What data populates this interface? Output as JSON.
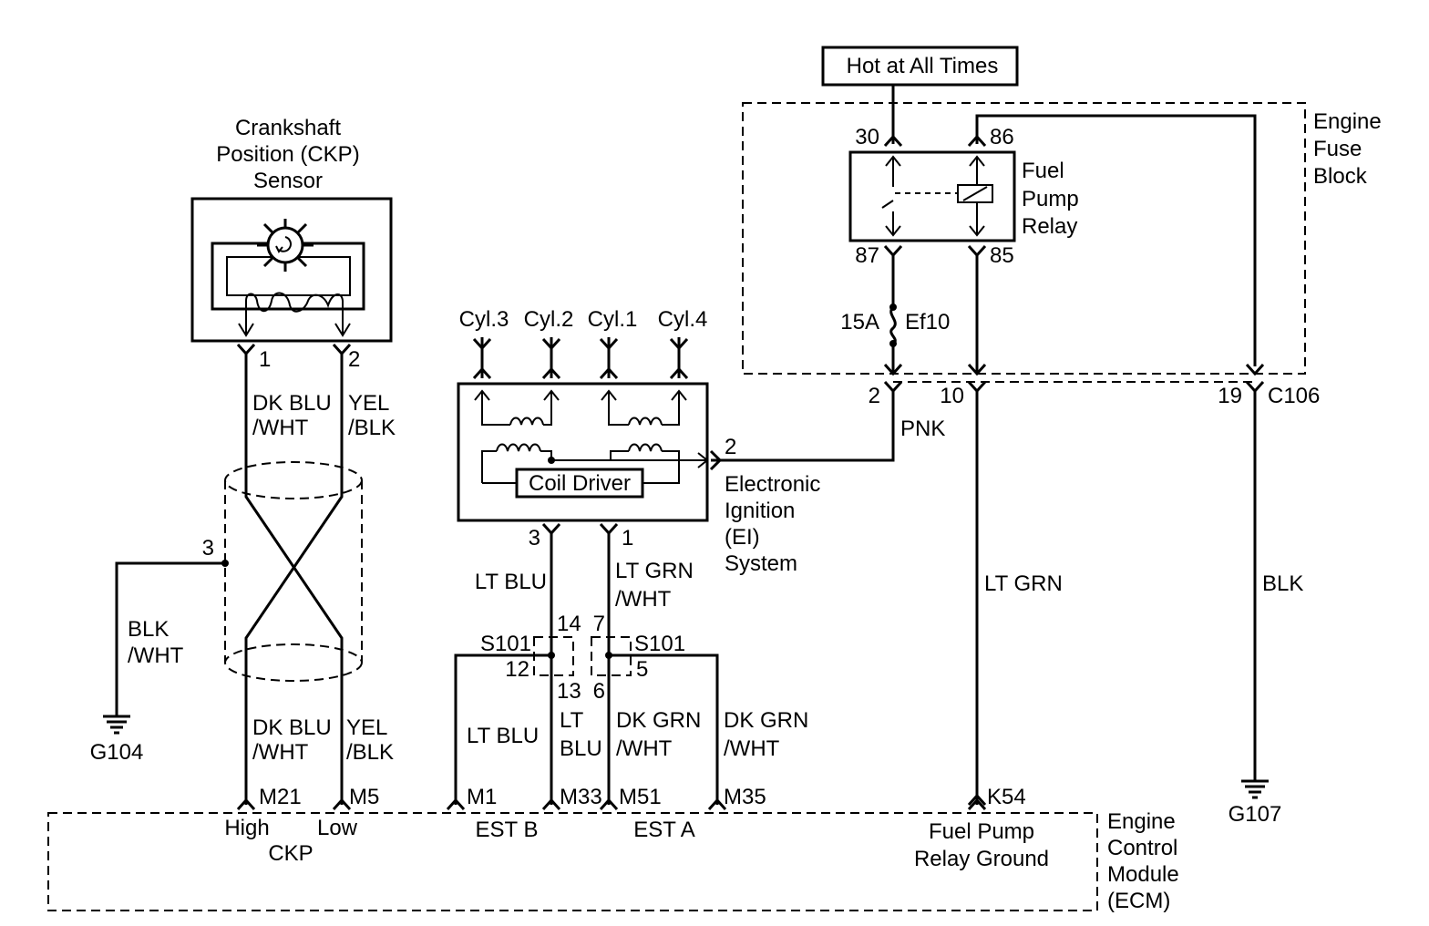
{
  "power": {
    "label": "Hot at All Times"
  },
  "fuse_block": {
    "label_lines": [
      "Engine",
      "Fuse",
      "Block"
    ]
  },
  "relay": {
    "label_lines": [
      "Fuel",
      "Pump",
      "Relay"
    ],
    "pins": {
      "p30": "30",
      "p86": "86",
      "p87": "87",
      "p85": "85"
    }
  },
  "fuse": {
    "rating": "15A",
    "name": "Ef10"
  },
  "connector_c106": {
    "name": "C106",
    "pin_a": "2",
    "pin_b": "10",
    "pin_c": "19"
  },
  "ckp_sensor": {
    "title_lines": [
      "Crankshaft",
      "Position (CKP)",
      "Sensor"
    ],
    "pin1": "1",
    "pin2": "2"
  },
  "wires": {
    "dk_blu_wht": [
      "DK BLU",
      "/WHT"
    ],
    "yel_blk": [
      "YEL",
      "/BLK"
    ],
    "blk_wht": [
      "BLK",
      "/WHT"
    ],
    "lt_blu": "LT BLU",
    "lt_grn_wht": [
      "LT GRN",
      "/WHT"
    ],
    "pnk": "PNK",
    "lt_grn": "LT GRN",
    "blk": "BLK",
    "lt_blu_split": [
      "LT",
      "BLU"
    ],
    "dk_grn_wht": [
      "DK GRN",
      "/WHT"
    ]
  },
  "shield_pin": "3",
  "grounds": {
    "g104": "G104",
    "g107": "G107"
  },
  "ignition": {
    "cylinders": [
      "Cyl.3",
      "Cyl.2",
      "Cyl.1",
      "Cyl.4"
    ],
    "coil_driver": "Coil Driver",
    "pin_out": "2",
    "pin3": "3",
    "pin1": "1",
    "label_lines": [
      "Electronic",
      "Ignition",
      "(EI)",
      "System"
    ]
  },
  "splice": {
    "left_name": "S101",
    "right_name": "S101",
    "pins": {
      "p14": "14",
      "p12": "12",
      "p13": "13",
      "p7": "7",
      "p6": "6",
      "p5": "5"
    }
  },
  "ecm": {
    "label_lines": [
      "Engine",
      "Control",
      "Module",
      "(ECM)"
    ],
    "pins": {
      "m21": "M21",
      "m5": "M5",
      "m1": "M1",
      "m33": "M33",
      "m51": "M51",
      "m35": "M35",
      "k54": "K54"
    },
    "labels": {
      "high": "High",
      "low": "Low",
      "ckp": "CKP",
      "est_b": "EST B",
      "est_a": "EST A",
      "fuel_pump_ground": [
        "Fuel Pump",
        "Relay Ground"
      ]
    }
  }
}
